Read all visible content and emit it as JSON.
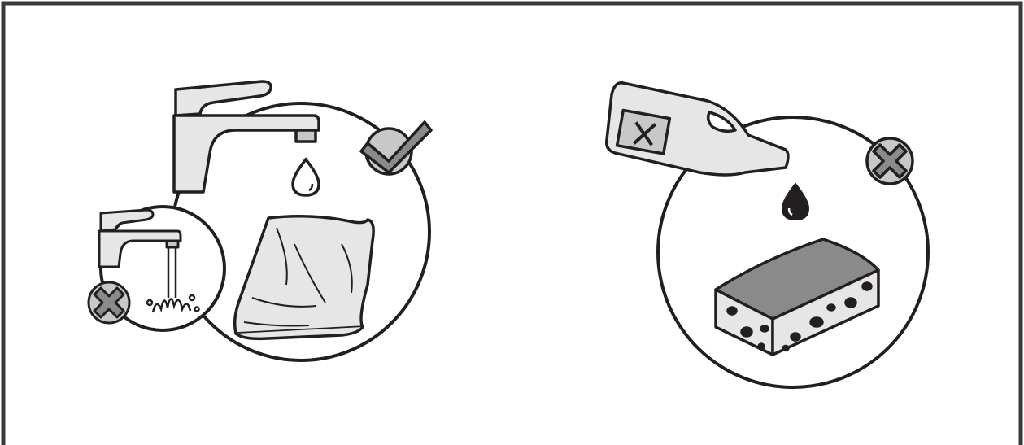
{
  "panels": [
    {
      "id": "cleaning-do",
      "status": "allowed",
      "items": [
        "faucet-dripping",
        "damp-cloth"
      ]
    },
    {
      "id": "cleaning-dont",
      "status": "forbidden",
      "items": [
        "detergent-bottle",
        "abrasive-sponge"
      ]
    }
  ],
  "inset": {
    "id": "running-water",
    "status": "forbidden"
  },
  "icons": {
    "allowed": "check-icon",
    "forbidden": "cross-icon"
  },
  "colors": {
    "stroke": "#231f20",
    "fill_light": "#e6e6e6",
    "fill_mid": "#c8c8c8",
    "fill_dark": "#8a8a8a",
    "frame": "#3a3a3a"
  }
}
